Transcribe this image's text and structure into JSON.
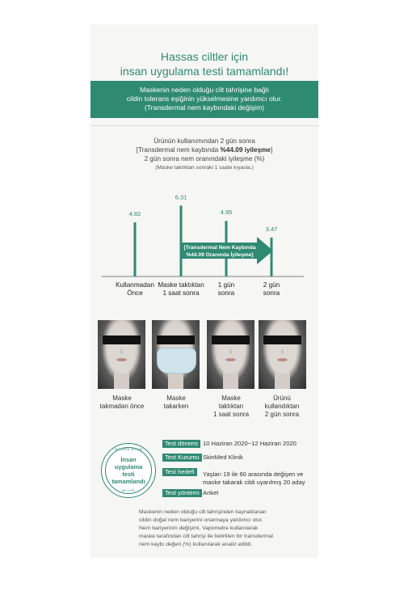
{
  "title": [
    "Hassas ciltler için",
    "insan uygulama testi tamamlandı!"
  ],
  "banner": [
    "Maskenin neden olduğu cilt tahrişine bağlı",
    "cildin tolerans eşiğinin yükselmesine yardımcı olur.",
    "(Transdermal nem kaybındaki değişim)"
  ],
  "chart_intro": {
    "line1": "Ürünün kullanımından 2 gün sonra",
    "line2_prefix": "[Transdermal nem kaybında ",
    "line2_bold": "%44.09 iyileşme",
    "line2_suffix": "]",
    "line3": "2 gün sonra nem oranındaki iyileşme (%)",
    "line4": "(Maske taktıktan sonraki 1 saate kıyasla.)"
  },
  "chart_data": {
    "type": "bar",
    "categories": [
      "Kullanmadan Önce",
      "Maske taktıktan 1 saat sonra",
      "1 gün sonra",
      "2 gün sonra"
    ],
    "category_lines": [
      [
        "Kullanmadan",
        "Önce"
      ],
      [
        "Maske taktıktan",
        "1 saat sonra"
      ],
      [
        "1 gün",
        "sonra"
      ],
      [
        "2 gün",
        "sonra"
      ]
    ],
    "values": [
      4.82,
      6.31,
      4.95,
      3.47
    ],
    "labels": [
      "4.82",
      "6.31",
      "4.95",
      "3.47"
    ],
    "annotation": [
      "[Transdermal Nem Kaybında",
      "%44.09 Oranında İyileşme]"
    ],
    "color": "#2f8a72"
  },
  "faces": [
    {
      "lines": [
        "Maske",
        "takmadan önce"
      ],
      "mask": false
    },
    {
      "lines": [
        "Maske",
        "takarken"
      ],
      "mask": true
    },
    {
      "lines": [
        "Maske",
        "taktıktan",
        "1 saat sonra"
      ],
      "mask": false
    },
    {
      "lines": [
        "Ürünü",
        "kullandıktan",
        "2 gün sonra"
      ],
      "mask": false
    }
  ],
  "stamp": {
    "top": "SELAZEM SERUM",
    "lines": [
      "İnsan",
      "uygulama",
      "testi",
      "tamamlandı"
    ],
    "bottom": "MİLLİSE"
  },
  "details": [
    {
      "label": "Test dönemi",
      "value": [
        "10 Haziran 2020~12 Haziran 2020"
      ]
    },
    {
      "label": "Test Kurumu",
      "value": [
        "SkinMed Klinik"
      ]
    },
    {
      "label": "Test hedefi",
      "value": [
        "Yaşları 19 ile 60 arasında değişen ve",
        "maske takarak cildi uyarılmış 20 aday"
      ]
    },
    {
      "label": "Test yöntemi",
      "value": [
        "Anket"
      ]
    }
  ],
  "description": [
    "Maskenin neden olduğu cilt tahrişinden kaynaklanan",
    "cildin doğal nem bariyerini onarmaya yardımcı olur.",
    "Nem bariyerinin değişimi, Vapometre kullanılarak",
    "maske tarafından cilt tahrişi ile belirtilen bir transdermal",
    "nem kaybı değeri (%) kullanılarak analiz edildi."
  ],
  "colors": {
    "accent": "#2f8a72",
    "card": "#f6f6f5"
  }
}
